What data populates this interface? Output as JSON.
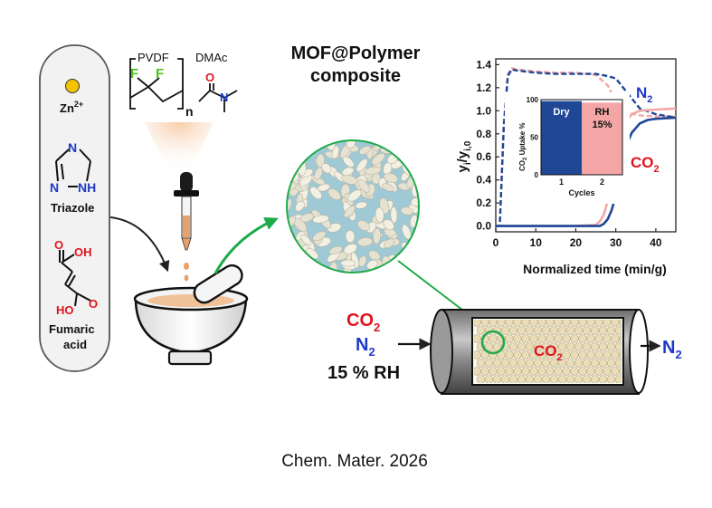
{
  "reagents": {
    "zn": "Zn",
    "zn_charge": "2+",
    "triazole_n_top": "N",
    "triazole_n_left": "N",
    "triazole_nh": "NH",
    "triazole_label": "Triazole",
    "fumaric_oh_top": "OH",
    "fumaric_o_top": "O",
    "fumaric_ho_bottom": "HO",
    "fumaric_o_bottom": "O",
    "fumaric_label_1": "Fumaric",
    "fumaric_label_2": "acid"
  },
  "polymer": {
    "pvdf_label": "PVDF",
    "f1": "F",
    "f2": "F",
    "n_label": "n",
    "dmac_label": "DMAc",
    "dmac_o": "O",
    "dmac_n": "N"
  },
  "title": {
    "line1": "MOF@Polymer",
    "line2": "composite"
  },
  "column": {
    "feed_co2": "CO",
    "feed_co2_sub": "2",
    "feed_n2": "N",
    "feed_n2_sub": "2",
    "feed_rh": "15 % RH",
    "inside_co2": "CO",
    "inside_co2_sub": "2",
    "out_n2": "N",
    "out_n2_sub": "2"
  },
  "citation": "Chem. Mater. 2026",
  "colors": {
    "co2_red": "#e0141e",
    "n2_blue": "#1f3ac8",
    "green_arrow": "#1faa4a",
    "dry_bar": "#1f4796",
    "rh_bar": "#f4a6a6",
    "fluorine_green": "#4cc21a"
  },
  "chart_data": [
    {
      "type": "line",
      "xlabel": "Normalized time (min/g)",
      "ylabel": "y",
      "ylabel_sub": "i",
      "ylabel_sep": "/y",
      "ylabel_sub2": "i,0",
      "xlim": [
        0,
        45
      ],
      "ylim": [
        -0.05,
        1.45
      ],
      "xticks": [
        "0",
        "10",
        "20",
        "30",
        "40"
      ],
      "xtick_values": [
        0,
        10,
        20,
        30,
        40
      ],
      "yticks": [
        "0.0",
        "0.2",
        "0.4",
        "0.6",
        "0.8",
        "1.0",
        "1.2",
        "1.4"
      ],
      "ytick_values": [
        0.0,
        0.2,
        0.4,
        0.6,
        0.8,
        1.0,
        1.2,
        1.4
      ],
      "series_labels": {
        "n2": "N",
        "n2_sub": "2",
        "co2": "CO",
        "co2_sub": "2"
      },
      "series": [
        {
          "key": "n2_rh",
          "color": "#f4a6a6",
          "dashed": true,
          "x": [
            0,
            1,
            2,
            3,
            4,
            5,
            10,
            15,
            20,
            25,
            28,
            30,
            33,
            36,
            40,
            45
          ],
          "y": [
            0,
            0,
            0.9,
            1.32,
            1.37,
            1.36,
            1.34,
            1.33,
            1.33,
            1.31,
            1.22,
            1.07,
            0.98,
            0.96,
            0.95,
            0.95
          ]
        },
        {
          "key": "n2_dry",
          "color": "#1f4796",
          "dashed": true,
          "x": [
            0,
            1,
            2,
            3,
            4,
            5,
            10,
            15,
            20,
            25,
            28,
            30,
            33,
            36,
            40,
            45
          ],
          "y": [
            0,
            0,
            0.85,
            1.3,
            1.36,
            1.35,
            1.33,
            1.32,
            1.32,
            1.32,
            1.3,
            1.28,
            1.15,
            1.02,
            0.97,
            0.94
          ]
        },
        {
          "key": "co2_rh",
          "color": "#f4a6a6",
          "dashed": false,
          "x": [
            0,
            10,
            20,
            25,
            26,
            27,
            28,
            29,
            30,
            31,
            32,
            34,
            36,
            40,
            45
          ],
          "y": [
            0,
            0,
            0,
            0.01,
            0.04,
            0.1,
            0.22,
            0.4,
            0.6,
            0.77,
            0.88,
            0.97,
            1.0,
            1.01,
            1.02
          ]
        },
        {
          "key": "co2_dry",
          "color": "#1f4796",
          "dashed": false,
          "x": [
            0,
            10,
            20,
            26,
            27,
            28,
            29,
            30,
            31,
            32,
            33,
            34,
            36,
            38,
            40,
            45
          ],
          "y": [
            0,
            0,
            0,
            0,
            0.02,
            0.06,
            0.14,
            0.27,
            0.44,
            0.6,
            0.73,
            0.81,
            0.89,
            0.92,
            0.93,
            0.94
          ]
        }
      ]
    },
    {
      "type": "bar",
      "xlabel": "Cycles",
      "ylabel": "CO",
      "ylabel_sub": "2",
      "ylabel_rest": " Uptake %",
      "categories": [
        "1",
        "2"
      ],
      "ylim": [
        0,
        100
      ],
      "yticks": [
        "0",
        "50",
        "100"
      ],
      "ytick_values": [
        0,
        50,
        100
      ],
      "reference_line": 100,
      "bars": [
        {
          "value": 98,
          "color": "#1f4796",
          "label": "Dry",
          "label2": ""
        },
        {
          "value": 96,
          "color": "#f4a6a6",
          "label": "RH",
          "label2": "15%"
        }
      ]
    }
  ]
}
